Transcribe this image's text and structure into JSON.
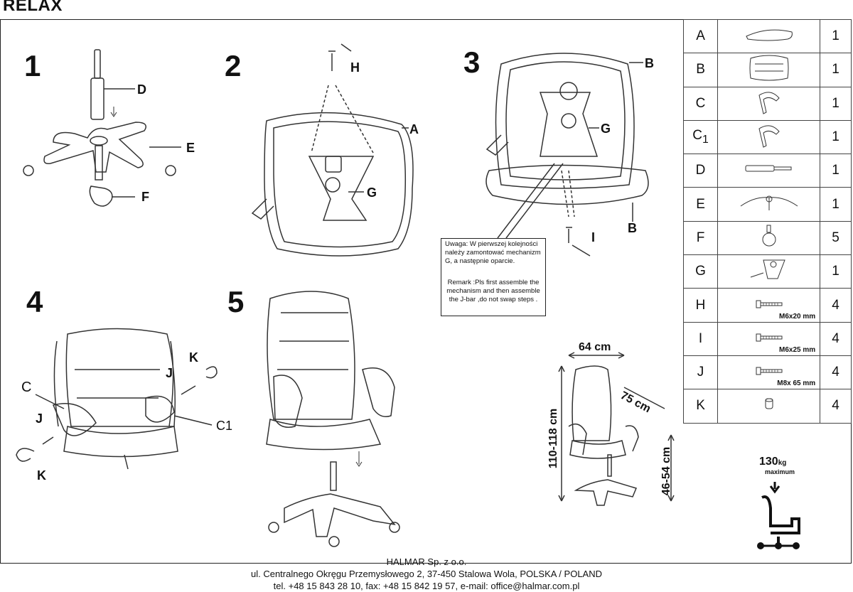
{
  "title": "RELAX",
  "steps": [
    "1",
    "2",
    "3",
    "4",
    "5"
  ],
  "labels": {
    "D": "D",
    "E": "E",
    "F": "F",
    "H": "H",
    "A": "A",
    "G2": "G",
    "B1": "B",
    "G3": "G",
    "B2": "B",
    "I": "I",
    "K1": "K",
    "J1": "J",
    "C": "C",
    "C1": "C1",
    "J2": "J",
    "K2": "K"
  },
  "note": {
    "polish": "Uwaga: W pierwszej kolejności należy zamontować mechanizm G, a następnie oparcie.",
    "english": "Remark :Pls first assemble the mechanism and then assemble the J-bar ,do not swap steps ."
  },
  "dimensions": {
    "width": "64 cm",
    "depth": "75 cm",
    "height": "110-118 cm",
    "seat_height": "46-54 cm"
  },
  "weight": {
    "value": "130",
    "unit": "kg",
    "label": "maximum"
  },
  "parts": [
    {
      "letter": "A",
      "sub": "",
      "icon": "seat-icon",
      "qty": "1",
      "spec": ""
    },
    {
      "letter": "B",
      "sub": "",
      "icon": "backrest-icon",
      "qty": "1",
      "spec": ""
    },
    {
      "letter": "C",
      "sub": "",
      "icon": "armrest-icon",
      "qty": "1",
      "spec": ""
    },
    {
      "letter": "C",
      "sub": "1",
      "icon": "armrest-icon",
      "qty": "1",
      "spec": ""
    },
    {
      "letter": "D",
      "sub": "",
      "icon": "gas-lift-icon",
      "qty": "1",
      "spec": ""
    },
    {
      "letter": "E",
      "sub": "",
      "icon": "star-base-icon",
      "qty": "1",
      "spec": ""
    },
    {
      "letter": "F",
      "sub": "",
      "icon": "castor-icon",
      "qty": "5",
      "spec": ""
    },
    {
      "letter": "G",
      "sub": "",
      "icon": "mechanism-icon",
      "qty": "1",
      "spec": ""
    },
    {
      "letter": "H",
      "sub": "",
      "icon": "bolt-icon",
      "qty": "4",
      "spec": "M6x20 mm"
    },
    {
      "letter": "I",
      "sub": "",
      "icon": "bolt-icon",
      "qty": "4",
      "spec": "M6x25 mm"
    },
    {
      "letter": "J",
      "sub": "",
      "icon": "bolt-icon",
      "qty": "4",
      "spec": "M8x 65 mm"
    },
    {
      "letter": "K",
      "sub": "",
      "icon": "washer-icon",
      "qty": "4",
      "spec": ""
    }
  ],
  "footer": {
    "company": "HALMAR Sp. z o.o.",
    "address": "ul. Centralnego Okręgu Przemysłowego 2, 37-450 Stalowa Wola, POLSKA / POLAND",
    "contact": "tel. +48 15 843 28 10, fax: +48 15 842 19 57, e-mail: office@halmar.com.pl"
  }
}
